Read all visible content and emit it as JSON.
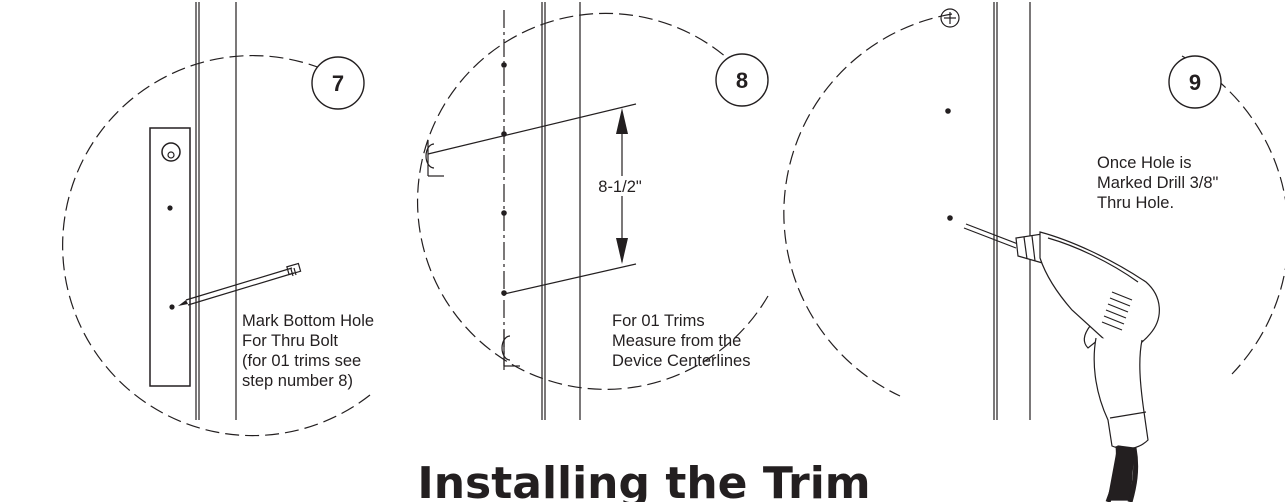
{
  "title": "Installing the Trim",
  "steps": [
    {
      "number": "7",
      "caption": [
        "Mark Bottom Hole",
        "For Thru Bolt",
        "(for 01 trims see",
        "step number 8)"
      ]
    },
    {
      "number": "8",
      "dimension": "8-1/2\"",
      "caption": [
        "For 01 Trims",
        "Measure from the",
        "Device Centerlines"
      ]
    },
    {
      "number": "9",
      "caption": [
        "Once Hole is",
        "Marked Drill 3/8\"",
        "Thru Hole."
      ]
    }
  ],
  "colors": {
    "ink": "#231f20",
    "background": "#ffffff"
  }
}
